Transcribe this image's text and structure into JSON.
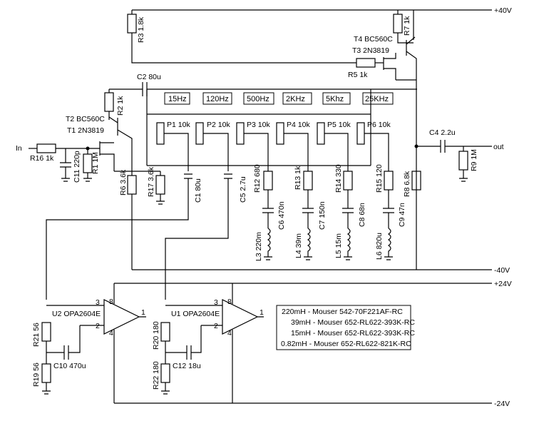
{
  "rails": {
    "pos40": "+40V",
    "neg40": "-40V",
    "pos24": "+24V",
    "neg24": "-24V"
  },
  "ports": {
    "in": "In",
    "out": "out"
  },
  "components": {
    "R3": "R3 1.8k",
    "R7": "R7 1k",
    "R5": "R5 1k",
    "R2": "R2 1k",
    "C2": "C2 80u",
    "T4": "T4 BC560C",
    "T3": "T3 2N3819",
    "T2": "T2 BC560C",
    "T1": "T1 2N3819",
    "R16": "R16 1k",
    "C11": "C11 220p",
    "R1": "R1 1M",
    "R6": "R6 3.6k",
    "R17": "R17 3.6k",
    "C1": "C1 80u",
    "C5": "C5 2.7u",
    "R12": "R12 680",
    "R13": "R13 1k",
    "R14": "R14 330",
    "R15": "R15 120",
    "C6": "C6 470n",
    "C7": "C7 150n",
    "C8": "C8 68n",
    "C9": "C9 47n",
    "L3": "L3 220m",
    "L4": "L4 39m",
    "L5": "L5 15m",
    "L6": "L6 820u",
    "R8": "R8 6.8k",
    "C4": "C4 2.2u",
    "R9": "R9 1M",
    "P1": "P1 10k",
    "P2": "P2 10k",
    "P3": "P3 10k",
    "P4": "P4 10k",
    "P5": "P5 10k",
    "P6": "P6 10k",
    "U2": "U2 OPA2604E",
    "U1": "U1 OPA2604E",
    "R21": "R21 56",
    "R19": "R19 56",
    "C10": "C10 470u",
    "R20": "R20 180",
    "R22": "R22 180",
    "C12": "C12 18u"
  },
  "bands": [
    "15Hz",
    "120Hz",
    "500Hz",
    "2KHz",
    "5Khz",
    "25KHz"
  ],
  "pins": {
    "p3": "3",
    "p2": "2",
    "p1": "1",
    "p8": "8",
    "p4": "4"
  },
  "inductor_notes": [
    "220mH - Mouser 542-70F221AF-RC",
    "39mH - Mouser 652-RL622-393K-RC",
    "15mH - Mouser 652-RL622-393K-RC",
    "0.82mH - Mouser 652-RL622-821K-RC"
  ]
}
